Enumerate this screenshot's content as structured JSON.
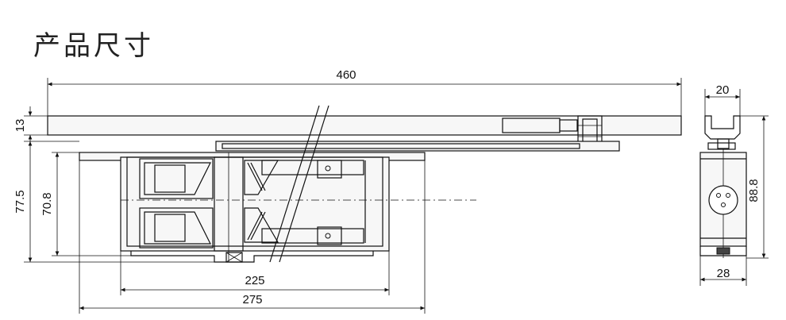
{
  "title": "产品尺寸",
  "dimensions": {
    "overall_length": "460",
    "arm_thickness": "13",
    "body_height": "77.5",
    "inner_height": "70.8",
    "body_length": "225",
    "plate_length": "275",
    "side_top_width": "20",
    "side_height": "88.8",
    "side_bottom_width": "28"
  }
}
